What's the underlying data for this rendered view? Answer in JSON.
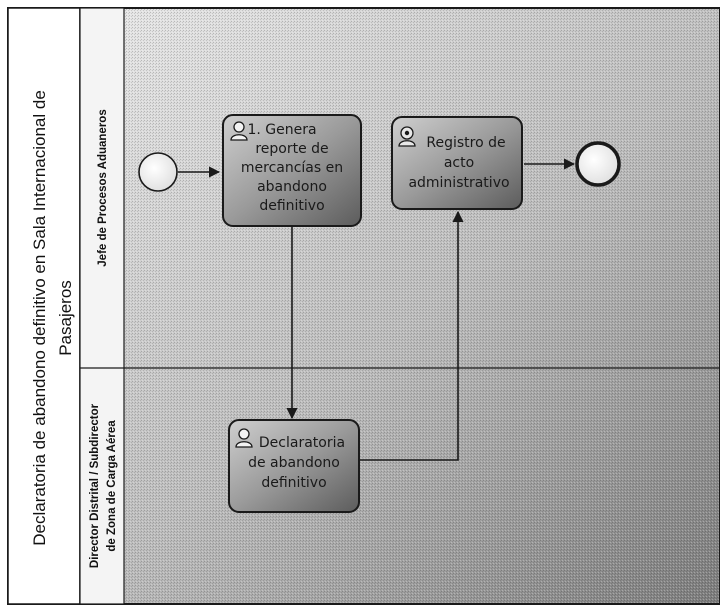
{
  "pool": {
    "title_line1": "Declaratoria de abandono definitivo en Sala Internacional de",
    "title_line2": "Pasajeros"
  },
  "lanes": [
    {
      "id": "lane-jefe",
      "label_line1": "Jefe de Procesos Aduaneros",
      "label_line2": ""
    },
    {
      "id": "lane-director",
      "label_line1": "Director Distrital / Subdirector",
      "label_line2": "de Zona de Carga Aérea"
    }
  ],
  "tasks": [
    {
      "id": "task-genera-reporte",
      "icon": "user-icon",
      "lines": [
        "1. Genera",
        "reporte de",
        "mercancías en",
        "abandono",
        "definitivo"
      ]
    },
    {
      "id": "task-registro-acto",
      "icon": "service-gear-icon",
      "lines": [
        "Registro de",
        "acto",
        "administrativo"
      ]
    },
    {
      "id": "task-declaratoria",
      "icon": "user-icon",
      "lines": [
        "Declaratoria",
        "de abandono",
        "definitivo"
      ]
    }
  ],
  "events": [
    {
      "id": "start-event",
      "kind": "start"
    },
    {
      "id": "end-event",
      "kind": "end"
    }
  ],
  "colors": {
    "task_fill_light": "#b9b9b9",
    "task_fill_dark": "#6b6b6b",
    "stroke": "#1a1a1a",
    "background_light": "#e6e6e6",
    "background_dark": "#8a8a8a"
  }
}
